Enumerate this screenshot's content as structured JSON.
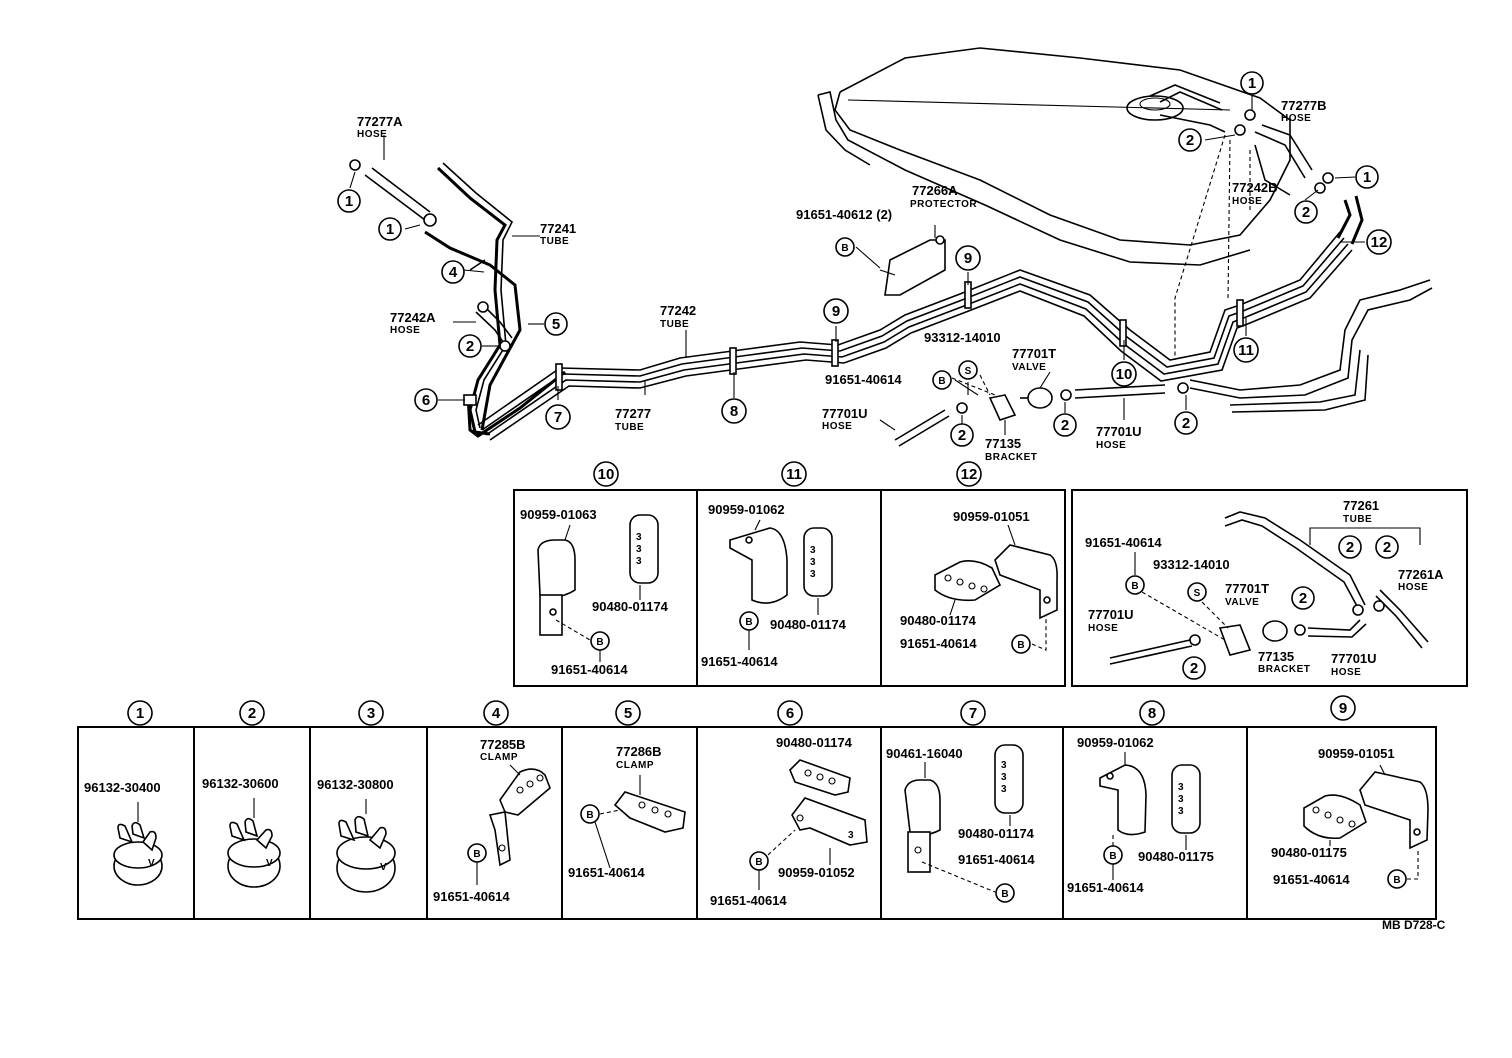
{
  "main": {
    "labels": {
      "hose_77277a": "77277A",
      "hose_77277a_sub": "HOSE",
      "tube_77241": "77241",
      "tube_77241_sub": "TUBE",
      "hose_77242a": "77242A",
      "hose_77242a_sub": "HOSE",
      "tube_77242": "77242",
      "tube_77242_sub": "TUBE",
      "tube_77277": "77277",
      "tube_77277_sub": "TUBE",
      "protector_77266a": "77266A",
      "protector_77266a_sub": "PROTECTOR",
      "bolt_top": "91651-40612 (2)",
      "screw_93312": "93312-14010",
      "valve_77701t": "77701T",
      "valve_77701t_sub": "VALVE",
      "bolt_mid": "91651-40614",
      "hose_77701u_left": "77701U",
      "hose_77701u_left_sub": "HOSE",
      "bracket_77135": "77135",
      "bracket_77135_sub": "BRACKET",
      "hose_77701u_right": "77701U",
      "hose_77701u_right_sub": "HOSE",
      "hose_77277b": "77277B",
      "hose_77277b_sub": "HOSE",
      "hose_77242b": "77242B",
      "hose_77242b_sub": "HOSE"
    },
    "callouts": {
      "c1a": "1",
      "c1b": "1",
      "c4": "4",
      "c5": "5",
      "c2a": "2",
      "c6": "6",
      "c7": "7",
      "c8": "8",
      "c9a": "9",
      "c9b": "9",
      "c10": "10",
      "c11": "11",
      "c12": "12",
      "c2b": "2",
      "c2c": "2",
      "c2d": "2",
      "c1c": "1",
      "c1d": "1",
      "c2e": "2",
      "c2f": "2",
      "b1": "B",
      "b2": "B",
      "s1": "S"
    }
  },
  "upper_row": {
    "p10": {
      "num": "10",
      "a": "90959-01063",
      "b": "90480-01174",
      "c": "91651-40614",
      "bl": "B"
    },
    "p11": {
      "num": "11",
      "a": "90959-01062",
      "b": "90480-01174",
      "c": "91651-40614",
      "bl": "B"
    },
    "p12": {
      "num": "12",
      "a": "90959-01051",
      "b": "90480-01174",
      "c": "91651-40614",
      "bl": "B"
    },
    "variant": {
      "tube": "77261",
      "tube_sub": "TUBE",
      "hose": "77261A",
      "hose_sub": "HOSE",
      "bolt": "91651-40614",
      "screw": "93312-14010",
      "valve": "77701T",
      "valve_sub": "VALVE",
      "hose_left": "77701U",
      "hose_left_sub": "HOSE",
      "bracket": "77135",
      "bracket_sub": "BRACKET",
      "hose_right": "77701U",
      "hose_right_sub": "HOSE",
      "c2a": "2",
      "c2b": "2",
      "c2c": "2",
      "c2d": "2",
      "bl": "B",
      "sl": "S"
    }
  },
  "lower_row": {
    "p1": {
      "num": "1",
      "a": "96132-30400"
    },
    "p2": {
      "num": "2",
      "a": "96132-30600"
    },
    "p3": {
      "num": "3",
      "a": "96132-30800"
    },
    "p4": {
      "num": "4",
      "a": "77285B",
      "a_sub": "CLAMP",
      "c": "91651-40614",
      "bl": "B"
    },
    "p5": {
      "num": "5",
      "a": "77286B",
      "a_sub": "CLAMP",
      "c": "91651-40614",
      "bl": "B"
    },
    "p6": {
      "num": "6",
      "a": "90480-01174",
      "b": "90959-01052",
      "c": "91651-40614",
      "bl": "B"
    },
    "p7": {
      "num": "7",
      "a": "90461-16040",
      "b": "90480-01174",
      "c": "91651-40614",
      "bl": "B"
    },
    "p8": {
      "num": "8",
      "a": "90959-01062",
      "b": "90480-01175",
      "c": "91651-40614",
      "bl": "B"
    },
    "p9": {
      "num": "9",
      "a": "90959-01051",
      "b": "90480-01175",
      "c": "91651-40614",
      "bl": "B"
    }
  },
  "footer": {
    "ref": "MB D728-C"
  }
}
